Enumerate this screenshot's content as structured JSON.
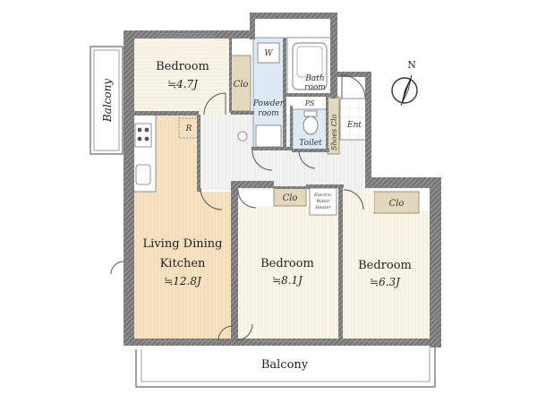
{
  "rooms": {
    "bedroom_top": {
      "name": "Bedroom",
      "size": "≒4.7J"
    },
    "ldk": {
      "name_line1": "Living Dining",
      "name_line2": "Kitchen",
      "size": "≒12.8J"
    },
    "bedroom_mid": {
      "name": "Bedroom",
      "size": "≒8.1J"
    },
    "bedroom_right": {
      "name": "Bedroom",
      "size": "≒6.3J"
    },
    "powder": {
      "name_line1": "Powder",
      "name_line2": "room"
    },
    "bath": {
      "name_line1": "Bath",
      "name_line2": "room"
    },
    "toilet": {
      "name": "Toilet"
    },
    "entrance": {
      "name": "Ent"
    }
  },
  "labels": {
    "balcony_left": "Balcony",
    "balcony_bottom": "Balcony",
    "clo_top": "Clo",
    "clo_mid": "Clo",
    "clo_right": "Clo",
    "shoes_clo": "Shoes Clo",
    "washer": "W",
    "fridge": "R",
    "ps": "PS",
    "water_heater_1": "Electric",
    "water_heater_2": "Water",
    "water_heater_3": "Heater"
  },
  "compass": {
    "north": "N"
  },
  "colors": {
    "tatami_floor": "#f7f4e6",
    "wood_floor": "#f6e0bf",
    "wet_area": "#dde9f4",
    "closet": "#e2d8bd",
    "wall": "#6e6e6e"
  }
}
